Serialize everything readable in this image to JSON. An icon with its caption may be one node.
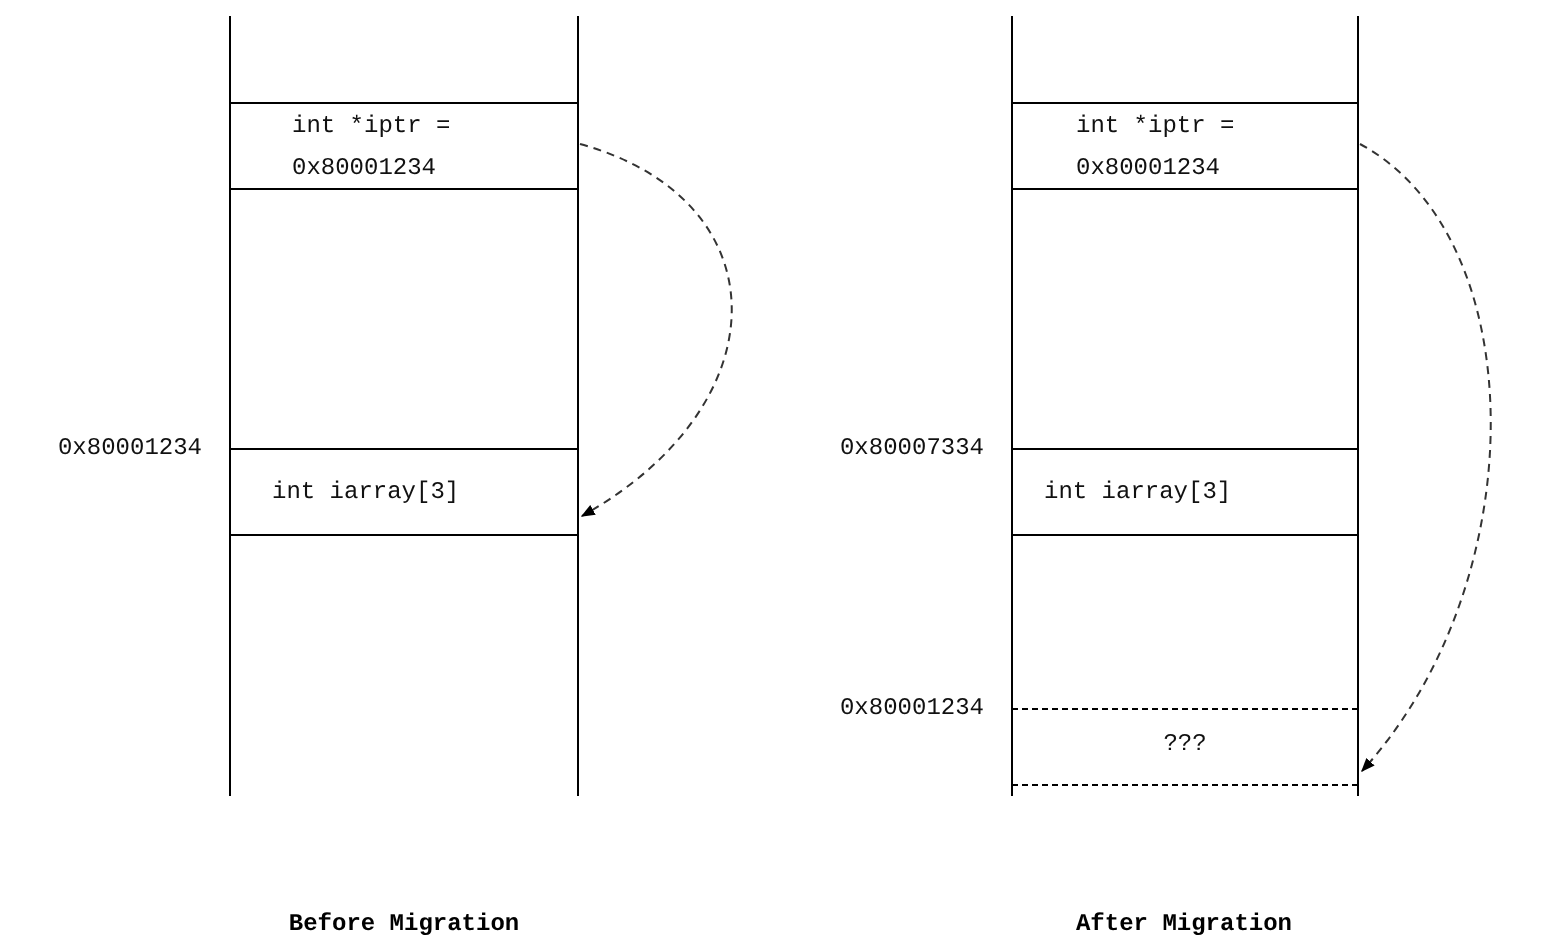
{
  "diagram": {
    "nodes": [
      {
        "text": [
          "int *iptr = 0x80001234"
        ]
      },
      {
        "text": [
          "int iarray[3]"
        ],
        "beside": [
          "0x80001234"
        ]
      },
      {
        "text": [
          "int *iptr = 0x80001234"
        ]
      },
      {
        "text": [
          "int iarray[3]"
        ],
        "beside": [
          "0x80007334"
        ]
      },
      {
        "text": [
          "???"
        ],
        "beside": [
          "0x80001234"
        ]
      }
    ],
    "edges": [
      {
        "from": 0,
        "to": 1,
        "arrow": "to",
        "style": "dashed"
      },
      {
        "from": 2,
        "to": 4,
        "arrow": "to",
        "style": "dashed"
      }
    ],
    "labels": [
      "Before Migration",
      "After Migration"
    ]
  }
}
